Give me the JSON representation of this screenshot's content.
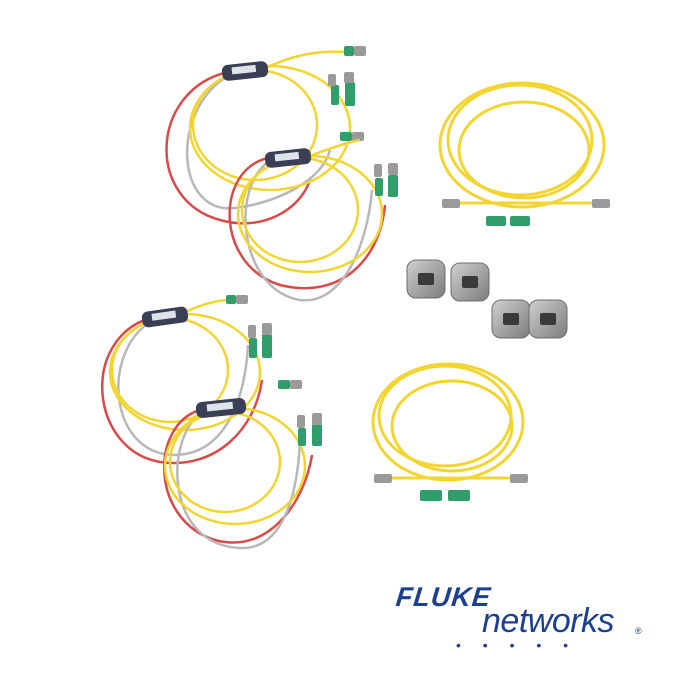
{
  "image": {
    "subject": "fiber-optic-test-reference-cord-kit",
    "background": "#ffffff"
  },
  "colors": {
    "yellow_cable": "#f2d530",
    "red_cable": "#d94a4a",
    "gray_cable": "#b8b8b8",
    "connector_green": "#2f9e6a",
    "connector_gray": "#9a9a9a",
    "splitter_body": "#3a3f55",
    "adapter_gray": "#8e8e8e",
    "brand_blue": "#1c3f8f"
  },
  "logo": {
    "word1": "FLUKE",
    "word2": "networks",
    "mark": "®",
    "dots": "• • • • •"
  }
}
